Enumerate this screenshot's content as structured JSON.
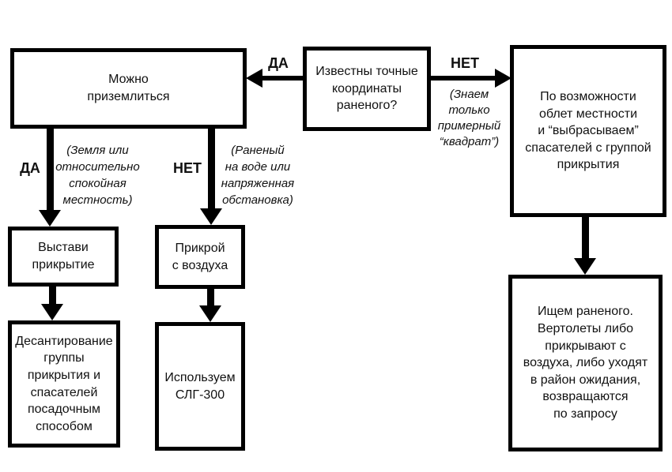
{
  "diagram": {
    "type": "flowchart",
    "language": "ru",
    "colors": {
      "line": "#000000",
      "background": "#ffffff",
      "text": "#111111"
    },
    "nodes": {
      "coords_known": {
        "text": "Известны точные\nкоординаты\nраненого?"
      },
      "can_land": {
        "text": "Можно\nприземлиться"
      },
      "flyover_drop": {
        "text": "По возможности\nоблет местности\nи “выбрасываем”\nспасателей с группой\nприкрытия"
      },
      "set_cover": {
        "text": "Выстави\nприкрытие"
      },
      "cover_from_air": {
        "text": "Прикрой\nс воздуха"
      },
      "landing_method": {
        "text": "Десантирование\nгруппы\nприкрытия и\nспасателей\nпосадочным\nспособом"
      },
      "use_slg": {
        "text": "Используем\nСЛГ-300"
      },
      "search_wounded": {
        "text": "Ищем раненого.\nВертолеты либо\nприкрывают с\nвоздуха, либо уходят\nв район ожидания,\nвозвращаются\nпо запросу"
      }
    },
    "edges": {
      "yes_left": {
        "label": "ДА"
      },
      "no_right": {
        "label": "НЕТ",
        "note": "(Знаем\nтолько\nпримерный\n“квадрат”)"
      },
      "yes_down": {
        "label": "ДА",
        "note": "(Земля или\nотносительно\nспокойная\nместность)"
      },
      "no_down": {
        "label": "НЕТ",
        "note": "(Раненый\nна воде или\nнапряженная\nобстановка)"
      }
    }
  }
}
